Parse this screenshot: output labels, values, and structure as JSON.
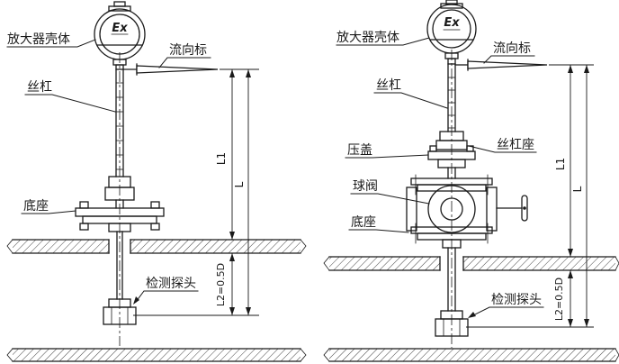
{
  "colors": {
    "ink": "#1a1a1a",
    "background": "#ffffff"
  },
  "figure": {
    "left": {
      "ex_mark": "Ex",
      "labels": {
        "amplifier_housing": "放大器壳体",
        "flow_indicator": "流向标",
        "lead_screw": "丝杠",
        "base": "底座",
        "probe": "检测探头"
      },
      "dims": {
        "l1": "L1",
        "l": "L",
        "l2": "L2=0.5D"
      }
    },
    "right": {
      "ex_mark": "Ex",
      "labels": {
        "amplifier_housing": "放大器壳体",
        "flow_indicator": "流向标",
        "lead_screw": "丝杠",
        "gland": "压盖",
        "lead_screw_seat": "丝杠座",
        "ball_valve": "球阀",
        "base": "底座",
        "probe": "检测探头"
      },
      "dims": {
        "l1": "L1",
        "l": "L",
        "l2": "L2=0.5D"
      }
    }
  }
}
